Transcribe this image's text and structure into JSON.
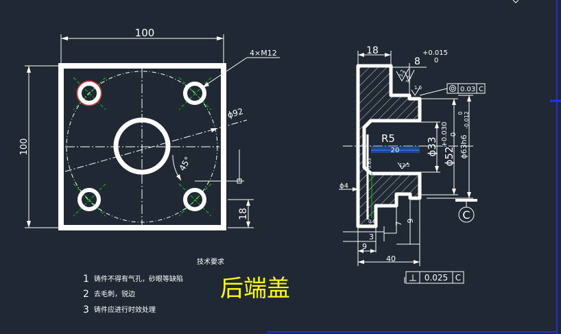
{
  "left_view": {
    "dim_width": "100",
    "dim_height": "100",
    "hole_callout": "4×M12",
    "bolt_circle": "ϕ92",
    "angle": "45°",
    "dim_18": "18"
  },
  "section_view": {
    "dim_18": "18",
    "dim_8": "8",
    "tol_8_upper": "+0.015",
    "tol_8_lower": "0",
    "radius": "R5",
    "dim_20": "20",
    "dim_33": "ϕ33",
    "dim_52": "ϕ52",
    "tol_52_upper": "+0.030",
    "tol_52_lower": "0",
    "dim_63": "ϕ63h6",
    "tol_63_upper": "0",
    "tol_63_lower": "-0.012",
    "dim_4": "ϕ4",
    "dim_9_bottom": "9",
    "dim_40": "40",
    "dim_7": "7",
    "dim_9_right": "9",
    "dim_3": "3",
    "rough_32a": "3.2",
    "rough_32b": "3.2",
    "rough_16": "1.6",
    "rough_125": "12.5",
    "rough_063": "0.63",
    "rough_08": "0.8",
    "concentricity_value": "0.03",
    "concentricity_datum": "C",
    "datum_label": "C",
    "perp_value": "0.025",
    "perp_datum": "C"
  },
  "notes": {
    "heading": "技术要求",
    "item1_num": "1",
    "item1": "铸件不得有气孔，砂眼等缺陷",
    "item2_num": "2",
    "item2": "去毛刺，锐边",
    "item3_num": "3",
    "item3": "铸件应进行时效处理"
  },
  "title": "后端盖",
  "colors": {
    "background": "#1f2833",
    "line": "#ffffff",
    "title": "#ffff00",
    "center_marks": "#00cc00",
    "hole_highlight": "#ff3030",
    "border": "#0000ff"
  }
}
